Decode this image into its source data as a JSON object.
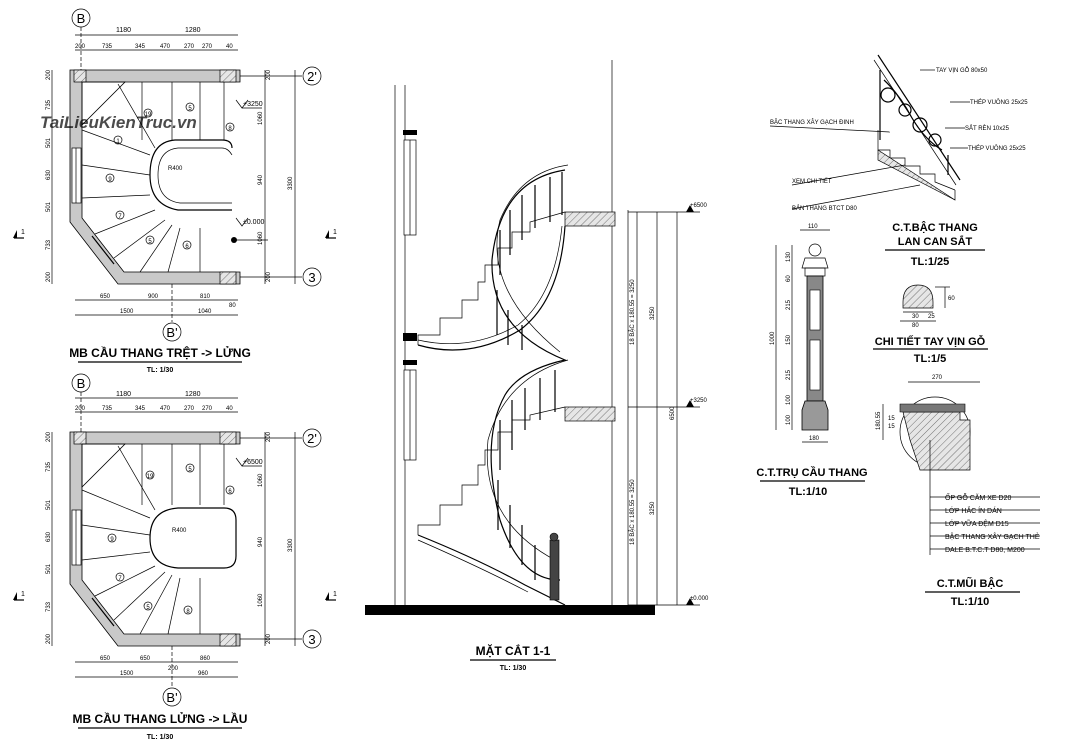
{
  "plan1": {
    "axis_top": "B",
    "axis_bottom": "B'",
    "axis_right_top": "2'",
    "axis_right_bottom": "3",
    "dims_top_total": [
      "1180",
      "1280"
    ],
    "dims_top": [
      "200",
      "735",
      "345",
      "470",
      "270",
      "270",
      "40"
    ],
    "dims_bottom": [
      "650",
      "900",
      "810",
      "80"
    ],
    "dims_bottom_total": [
      "1500",
      "1040"
    ],
    "dims_left": [
      "200",
      "735",
      "501",
      "630",
      "501",
      "733",
      "200"
    ],
    "dims_right": [
      "200",
      "1060",
      "940",
      "1060",
      "200"
    ],
    "dims_right_total": "3300",
    "level_top": "+3250",
    "level_bottom": "±0.000",
    "radius": "R400",
    "section_mark": "1",
    "title": "MB CẦU THANG TRỆT -> LỬNG",
    "scale": "TL: 1/30"
  },
  "plan2": {
    "axis_top": "B",
    "axis_bottom": "B'",
    "axis_right_top": "2'",
    "axis_right_bottom": "3",
    "dims_top_total": [
      "1180",
      "1280"
    ],
    "dims_top": [
      "200",
      "735",
      "345",
      "470",
      "270",
      "270",
      "40"
    ],
    "dims_bottom": [
      "650",
      "650",
      "200",
      "860"
    ],
    "dims_bottom_total": [
      "1500",
      "960"
    ],
    "dims_left": [
      "200",
      "735",
      "501",
      "630",
      "501",
      "733",
      "200"
    ],
    "dims_right": [
      "200",
      "1060",
      "940",
      "1060",
      "200"
    ],
    "dims_right_total": "3300",
    "level_top": "+6500",
    "radius": "R400",
    "section_mark": "1",
    "title": "MB CẦU THANG LỬNG -> LẦU",
    "scale": "TL: 1/30"
  },
  "section": {
    "levels": [
      "+6500",
      "+3250",
      "±0.000"
    ],
    "step_note_upper": "18 BẬC x 180.55 = 3250",
    "step_note_lower": "18 BẬC x 180.55 = 3250",
    "dim_upper": "3250",
    "dim_lower": "3250",
    "dim_total": "6500",
    "title": "MẶT CẮT 1-1",
    "scale": "TL: 1/30"
  },
  "rail": {
    "notes": [
      "TAY VỊN GỖ 80x50",
      "THÉP VUÔNG 25x25",
      "SẮT RÈN 10x25",
      "THÉP VUÔNG 25x25",
      "BẬC THANG XÂY GẠCH ĐINH",
      "XEM CHI TIẾT",
      "BẢN THANG BTCT D80"
    ],
    "title_line1": "C.T.BẬC THANG",
    "title_line2": "LAN CAN SẮT",
    "scale": "TL:1/25"
  },
  "post": {
    "dim_top": "110",
    "dims_side": [
      "130",
      "60",
      "215",
      "150",
      "215",
      "100",
      "100"
    ],
    "dim_total": "1000",
    "dim_base": "180",
    "title": "C.T.TRỤ CẦU THANG",
    "scale": "TL:1/10"
  },
  "handrail": {
    "dims": [
      "60",
      "30",
      "80",
      "25"
    ],
    "title": "CHI TIẾT TAY VỊN GỖ",
    "scale": "TL:1/5"
  },
  "nosing": {
    "dim_top": "270",
    "dims_side": [
      "180.55",
      "15",
      "15"
    ],
    "notes": [
      "ỐP GỖ CĂM XE D20",
      "LỚP HẮC ÍN DÁN",
      "LỚP VỮA ĐỆM D15",
      "BẬC THANG XÂY GẠCH THẺ",
      "DALE B.T.C.T D80, M200"
    ],
    "title": "C.T.MŨI BẬC",
    "scale": "TL:1/10"
  },
  "watermark": "TaiLieuKienTruc.vn"
}
